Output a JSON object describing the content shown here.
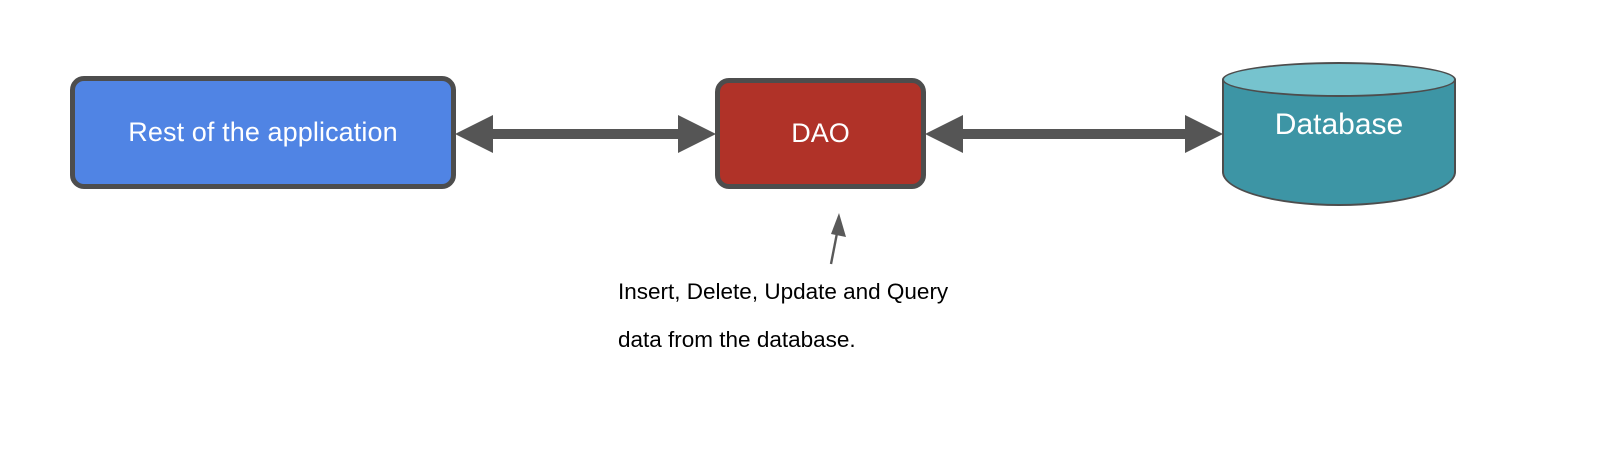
{
  "diagram": {
    "title": "DAO data access layer diagram",
    "background_color": "#ffffff",
    "nodes": [
      {
        "id": "app",
        "label": "Rest of the application",
        "shape": "rounded-rectangle",
        "fill": "#5084e4",
        "stroke": "#4d4d4d",
        "text_color": "#ffffff"
      },
      {
        "id": "dao",
        "label": "DAO",
        "shape": "rounded-rectangle",
        "fill": "#b03228",
        "stroke": "#4d4d4d",
        "text_color": "#ffffff"
      },
      {
        "id": "db",
        "label": "Database",
        "shape": "cylinder",
        "fill": "#3d95a5",
        "top_fill": "#76c3ce",
        "stroke": "#4d4d4d",
        "text_color": "#ffffff"
      }
    ],
    "connectors": [
      {
        "id": "app-dao",
        "from": "app",
        "to": "dao",
        "style": "double-headed-arrow",
        "color": "#555555"
      },
      {
        "id": "dao-db",
        "from": "dao",
        "to": "db",
        "style": "double-headed-arrow",
        "color": "#555555"
      },
      {
        "id": "caption-dao",
        "from": "caption",
        "to": "dao",
        "style": "thin-arrow",
        "color": "#595959"
      }
    ],
    "caption": {
      "line1": "Insert, Delete, Update and Query",
      "line2": "data from the database.",
      "text_color": "#000000"
    }
  }
}
